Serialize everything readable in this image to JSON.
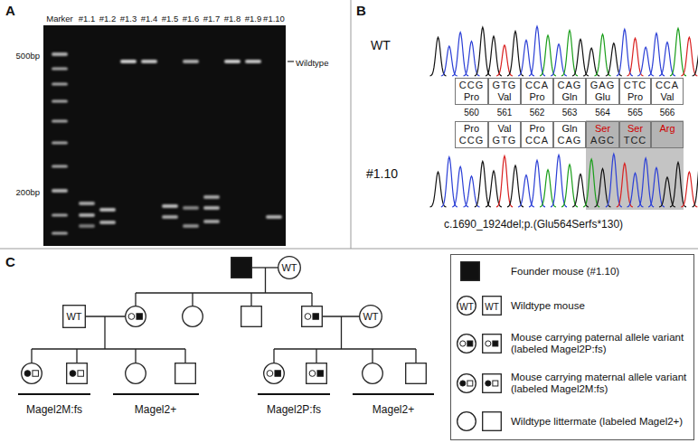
{
  "diagram": {
    "nodes": [
      {
        "text": [
          "CCG",
          "Pro"
        ]
      },
      {
        "text": [
          "GTG",
          "Val"
        ]
      },
      {
        "text": [
          "CCA",
          "Pro"
        ]
      },
      {
        "text": [
          "CAG",
          "Gln"
        ]
      },
      {
        "text": [
          "GAG",
          "Glu"
        ]
      },
      {
        "text": [
          "CTC",
          "Pro"
        ]
      },
      {
        "text": [
          "CCA",
          "Val"
        ]
      },
      {
        "text": [
          "Pro",
          "CCG"
        ]
      },
      {
        "text": [
          "Val",
          "GTG"
        ]
      },
      {
        "text": [
          "Pro",
          "CCA"
        ]
      },
      {
        "text": [
          "Gln",
          "CAG"
        ]
      },
      {
        "text": [
          "Ser",
          "AGC"
        ]
      },
      {
        "text": [
          "Ser",
          "TCC"
        ]
      },
      {
        "text": [
          "Arg"
        ]
      },
      {
        "text": [
          "WT"
        ]
      },
      {
        "text": [
          "WT"
        ]
      },
      {
        "text": [
          "WT"
        ]
      }
    ],
    "labels": [
      "A",
      "Marker",
      "#1.1",
      "#1.2",
      "#1.3",
      "#1.4",
      "#1.5",
      "#1.6",
      "#1.7",
      "#1.8",
      "#1.9",
      "#1.10",
      "500bp",
      "200bp",
      "Wildtype",
      "B",
      "WT",
      "560",
      "561",
      "562",
      "563",
      "564",
      "565",
      "566",
      "#1.10",
      "c.1690_1924del;p.(Glu564Serfs*130)",
      "C",
      "Magel2M:fs",
      "Magel2+",
      "Magel2P:fs",
      "Magel2+",
      "WT",
      "WT"
    ],
    "legend": [
      {
        "text": "Founder mouse (#1.10)"
      },
      {
        "text": "Wildtype mouse"
      },
      {
        "text": "Mouse carrying paternal allele variant (labeled Magel2P:fs)"
      },
      {
        "text": "Mouse carrying maternal allele variant (labeled Magel2M:fs)"
      },
      {
        "text": "Wildtype littermate (labeled Magel2+)"
      }
    ]
  }
}
